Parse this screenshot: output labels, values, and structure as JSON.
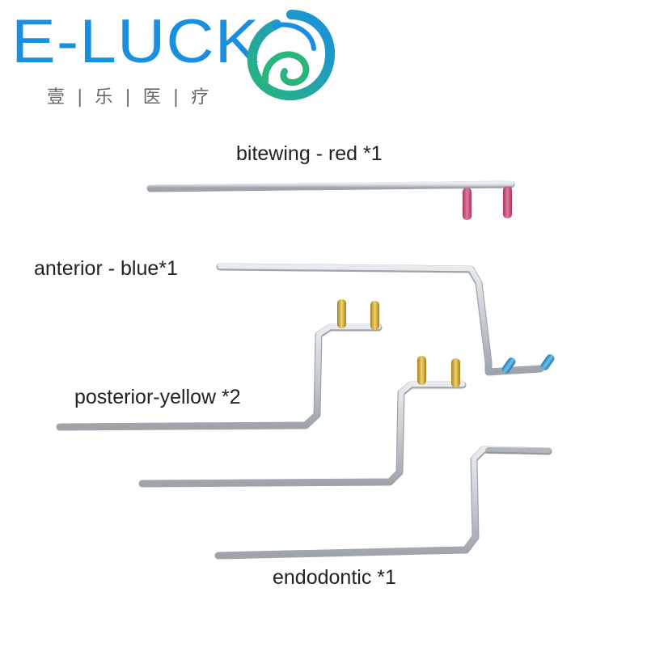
{
  "brand": {
    "wordmark": "E-LUCK",
    "subtitle": "壹 | 乐 | 医 | 疗",
    "logo_icon": "swirl-leaf-icon",
    "colors": {
      "blue": "#1a8fe0",
      "green": "#2ab57a"
    }
  },
  "labels": {
    "bitewing": "bitewing - red *1",
    "anterior": "anterior - blue*1",
    "posterior": "posterior-yellow *2",
    "endodontic": "endodontic *1"
  },
  "colors": {
    "steel": "#c9cdd2",
    "steel_dark": "#9ea4aa",
    "red_tip": "#d0517a",
    "blue_tip": "#3a98d8",
    "gold_tip": "#d6b23c"
  }
}
